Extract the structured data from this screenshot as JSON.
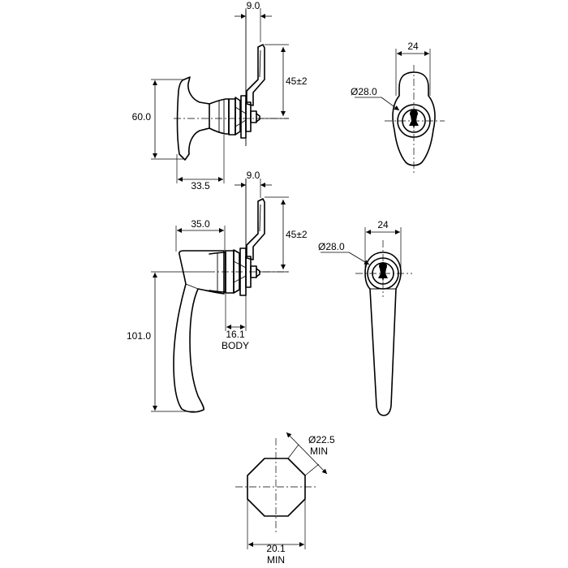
{
  "dimensions": {
    "t_handle": {
      "offset_9": "9.0",
      "cam_height": "45±2",
      "handle_height": "60.0",
      "handle_depth": "33.5"
    },
    "t_front": {
      "width": "24",
      "diameter": "Ø28.0"
    },
    "l_handle": {
      "offset_9": "9.0",
      "cam_height": "45±2",
      "handle_depth": "35.0",
      "body_length": "16.1",
      "body_label": "BODY",
      "handle_length": "101.0"
    },
    "l_front": {
      "width": "24",
      "diameter": "Ø28.0"
    },
    "cutout": {
      "diameter": "Ø22.5",
      "diameter_note": "MIN",
      "flat": "20.1",
      "flat_note": "MIN"
    }
  }
}
